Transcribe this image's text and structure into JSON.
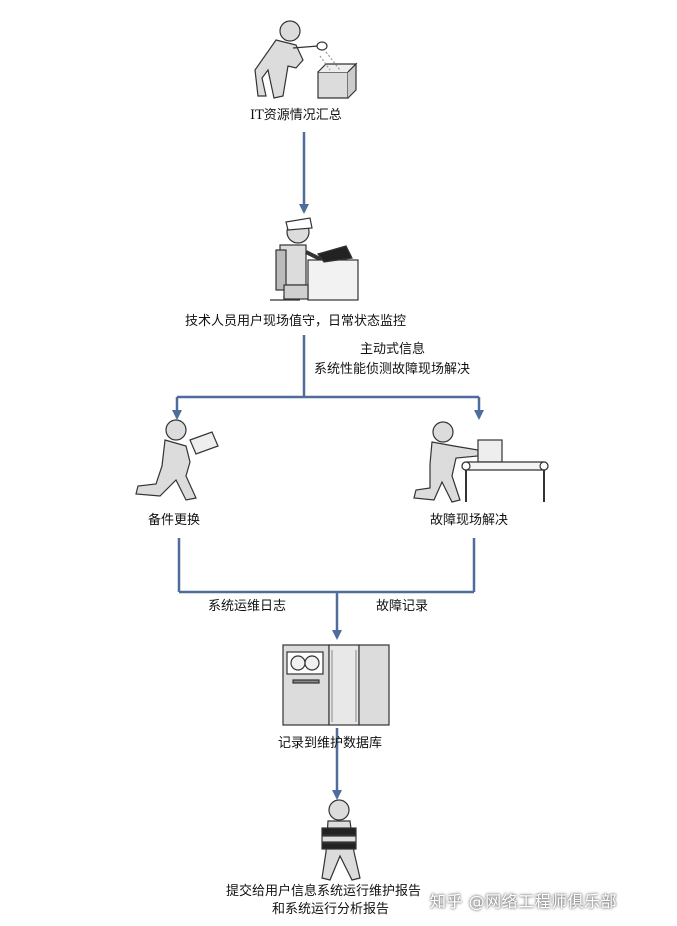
{
  "colors": {
    "arrow": "#4f6d9a",
    "figure": "#dcdcdc",
    "stroke": "#333333"
  },
  "nodes": {
    "it_summary": "IT资源情况汇总",
    "tech_onsite": "技术人员用户现场值守，日常状态监控",
    "proactive_line1": "主动式信息",
    "proactive_line2": "系统性能侦测故障现场解决",
    "spare_parts": "备件更换",
    "onsite_fix": "故障现场解决",
    "ops_log": "系统运维日志",
    "fault_record": "故障记录",
    "record_db": "记录到维护数据库",
    "report_line1": "提交给用户信息系统运行维护报告",
    "report_line2": "和系统运行分析报告"
  },
  "watermark": "知乎 @网络工程师俱乐部"
}
